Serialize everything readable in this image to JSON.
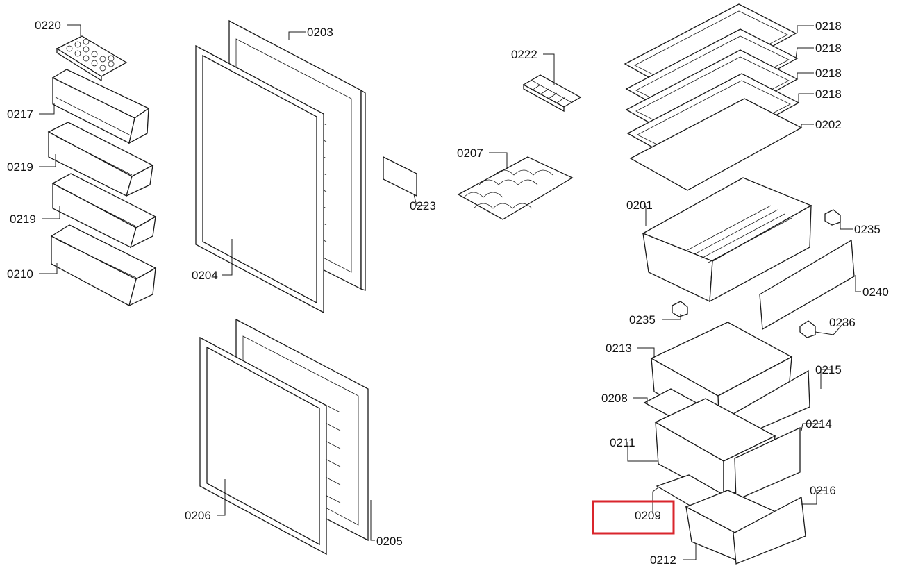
{
  "colors": {
    "highlight": "#d9252c",
    "line": "#1a1a1a",
    "background": "#ffffff"
  },
  "highlighted_part": "0209",
  "labels": {
    "p0220": "0220",
    "p0217": "0217",
    "p0219a": "0219",
    "p0219b": "0219",
    "p0210": "0210",
    "p0203": "0203",
    "p0204": "0204",
    "p0206": "0206",
    "p0205": "0205",
    "p0222": "0222",
    "p0207": "0207",
    "p0223": "0223",
    "p0218a": "0218",
    "p0218b": "0218",
    "p0218c": "0218",
    "p0218d": "0218",
    "p0202": "0202",
    "p0201": "0201",
    "p0235a": "0235",
    "p0240": "0240",
    "p0235b": "0235",
    "p0236": "0236",
    "p0213": "0213",
    "p0215": "0215",
    "p0208": "0208",
    "p0214": "0214",
    "p0211": "0211",
    "p0209": "0209",
    "p0216": "0216",
    "p0212": "0212"
  }
}
